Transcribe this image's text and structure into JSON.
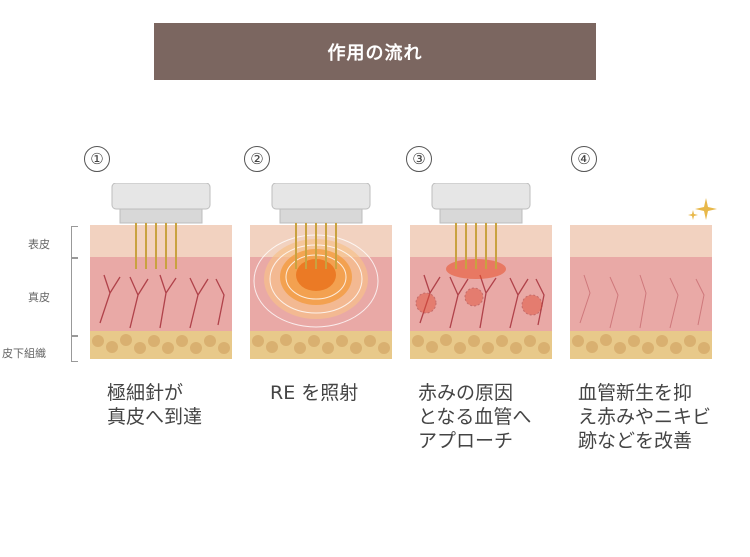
{
  "title": "作用の流れ",
  "layers": {
    "epidermis": "表皮",
    "dermis": "真皮",
    "subcutaneous": "皮下組織"
  },
  "steps": [
    {
      "number": "①",
      "caption": [
        "極細針が",
        "真皮へ到達"
      ]
    },
    {
      "number": "②",
      "caption": [
        "RE を照射"
      ]
    },
    {
      "number": "③",
      "caption": [
        "赤みの原因",
        "となる血管へ",
        "アプローチ"
      ]
    },
    {
      "number": "④",
      "caption": [
        "血管新生を抑",
        "え赤みやニキビ",
        "跡などを改善"
      ]
    }
  ],
  "colors": {
    "title_bg": "#7b6660",
    "skin_top": "#f2d2c0",
    "dermis": "#e9a9a6",
    "vessel": "#b0424a",
    "fat": "#e8c98a",
    "heat": "#f39a3a",
    "spark": "#e8b84a"
  }
}
